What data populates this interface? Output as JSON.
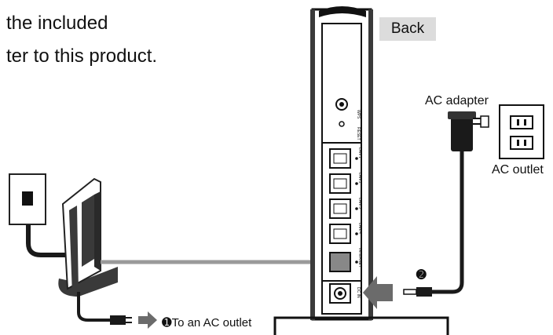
{
  "instruction": {
    "line1": "the included",
    "line2": "ter to this product."
  },
  "back_label": "Back",
  "labels": {
    "ac_adapter": "AC adapter",
    "ac_outlet": "AC outlet",
    "step1": "➊To an AC outlet",
    "step2": "➋"
  },
  "port_labels": {
    "wps": "WPS",
    "reset": "RESET",
    "lan1": "LAN 1",
    "lan2": "LAN 2",
    "lan3": "LAN 3",
    "lan4": "LAN 4",
    "internet": "INTERNET",
    "dc": "DC IN"
  },
  "colors": {
    "router_body": "#3a3a3a",
    "cable_dark": "#1a1a1a",
    "cable_gray": "#9a9a9a",
    "arrow_gray": "#6b6b6b",
    "badge_bg": "#dcdcdc"
  }
}
